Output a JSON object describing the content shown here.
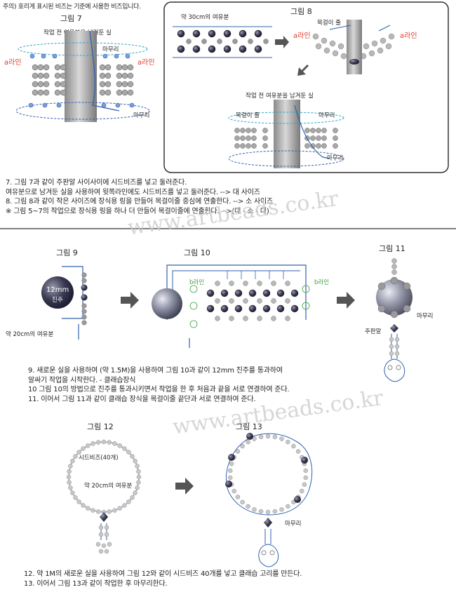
{
  "top_note": "주의) 호리게 표시된 비즈는 기준에 사용한 비즈입니다.",
  "figures": {
    "fig7": {
      "title": "그림 7",
      "label_thread_left": "작업 전 여유분을 남겨둔 실",
      "label_a_line_left": "a라인",
      "label_a_line_right": "a라인",
      "label_finish_top": "마무리",
      "label_finish_bottom": "마무리"
    },
    "fig8": {
      "title": "그림 8",
      "label_30cm": "약 30cm의 여유분",
      "label_necklace": "목걸이 줄",
      "label_a_line_left": "a라인",
      "label_a_line_right": "a라인",
      "label_thread_left": "작업 전 여유분을 남겨둔 실",
      "label_necklace_2": "목걸이 줄",
      "label_finish_1": "마무리",
      "label_finish_2": "마무리"
    },
    "fig9": {
      "title": "그림 9",
      "pearl_size": "12mm",
      "pearl_word": "진주",
      "label_20cm": "약 20cm의 여유분"
    },
    "fig10": {
      "title": "그림 10",
      "label_b_left": "b라인",
      "label_b_right": "b라인"
    },
    "fig11": {
      "title": "그림 11",
      "label_finish": "마무리",
      "label_jupanal": "주판알"
    },
    "fig12": {
      "title": "그림 12",
      "label_seed": "시드비즈(40개)",
      "label_20cm": "약 20cm의 여유분"
    },
    "fig13": {
      "title": "그림 13",
      "label_finish": "마무리"
    }
  },
  "steps_a": [
    "7. 그림 7과 같이 주판알 사이사이에 시드비즈를 넣고 둘러준다.",
    "   여유분으로 남겨둔 실을 사용하여 윗쪽라인에도 시드비즈를 넣고 둘러준다. --> 대 사이즈",
    "8. 그림 8과 같이 작은 사이즈에 장식용 링을 만들어 목걸이줄 중심에 연출한다. --> 소 사이즈",
    "※ 그림 5~7의 작업으로 장식용 링을 하나 더 만들어 목걸이줄에 연출한다. -->(대 - 소 - 대)"
  ],
  "steps_b": [
    "9. 새로운 실을 사용하여 (약 1.5M)을 사용하여 그림 10과 같이 12mm 진주를 통과하여",
    "   알싸기 작업을 시작한다. - 클래습장식",
    "10 그림 10의 방법으로 진주를 통과시키면서 작업을 한 후 처음과 끝을 서로 연결하여 준다.",
    "11. 이어서 그림 11과 같이 클래습 장식을 목걸이줄 끝단과 서로 연결하여 준다."
  ],
  "steps_c": [
    "12.  약 1M의 새로운 실을 사용하여 그림 12와 같이 시드비즈 40개를 넣고 클래습 고리를 만든다.",
    "13.  이어서 그림 13과 같이 작업한 후 마무리한다."
  ],
  "watermark": "www.artbeads.co.kr",
  "colors": {
    "thread_blue": "#3060b0",
    "a_line_red": "#e03a2a",
    "b_line_green": "#3aa040",
    "cyan_dash": "#2aa6c8",
    "bead_grey": "#9a9a9a",
    "bead_dark": "#2a2a2a",
    "divider": "#555555"
  }
}
